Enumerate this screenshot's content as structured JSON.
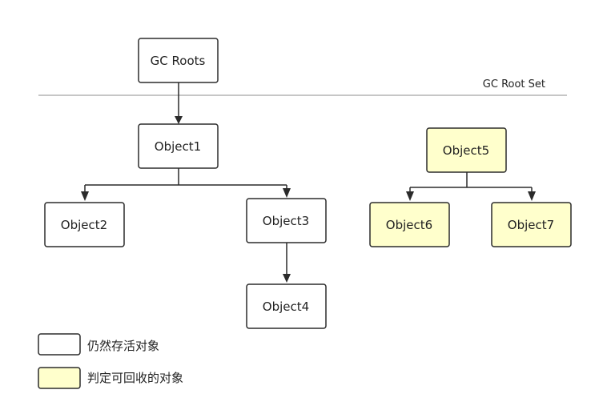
{
  "diagram": {
    "root_set_label": "GC Root Set",
    "nodes": {
      "gc_roots": "GC Roots",
      "object1": "Object1",
      "object2": "Object2",
      "object3": "Object3",
      "object4": "Object4",
      "object5": "Object5",
      "object6": "Object6",
      "object7": "Object7"
    },
    "legend": {
      "live": "仍然存活对象",
      "garbage": "判定可回收的对象"
    }
  },
  "colors": {
    "live_fill": "#ffffff",
    "garbage_fill": "#ffffcc",
    "stroke": "#2b2b2b",
    "divider": "#8c8c8c"
  }
}
